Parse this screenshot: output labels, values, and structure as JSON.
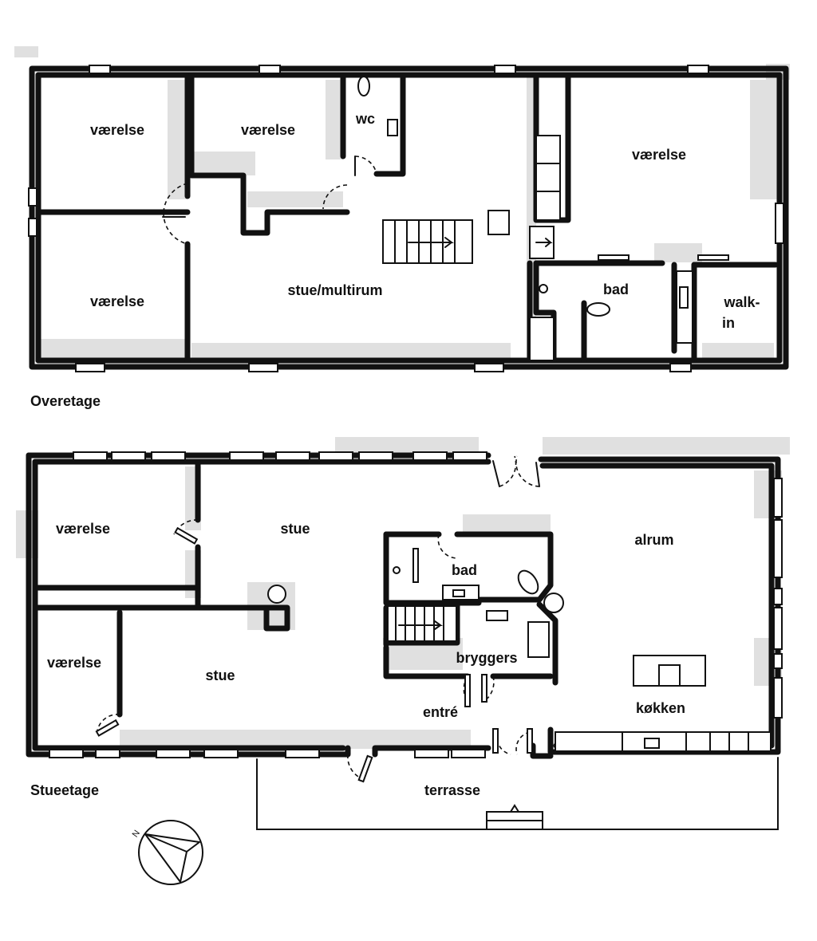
{
  "floors": {
    "upper": {
      "name": "Overetage",
      "rooms": {
        "room1": "værelse",
        "room2": "værelse",
        "wc": "wc",
        "room3": "værelse",
        "room4": "værelse",
        "living": "stue/multirum",
        "bath": "bad",
        "walkin_line1": "walk-",
        "walkin_line2": "in"
      }
    },
    "ground": {
      "name": "Stueetage",
      "rooms": {
        "room1": "værelse",
        "living1": "stue",
        "room2": "værelse",
        "living2": "stue",
        "bath": "bad",
        "utility": "bryggers",
        "entrance": "entré",
        "family": "alrum",
        "kitchen": "køkken",
        "terrace": "terrasse"
      }
    }
  },
  "compass": {
    "north": "N"
  }
}
